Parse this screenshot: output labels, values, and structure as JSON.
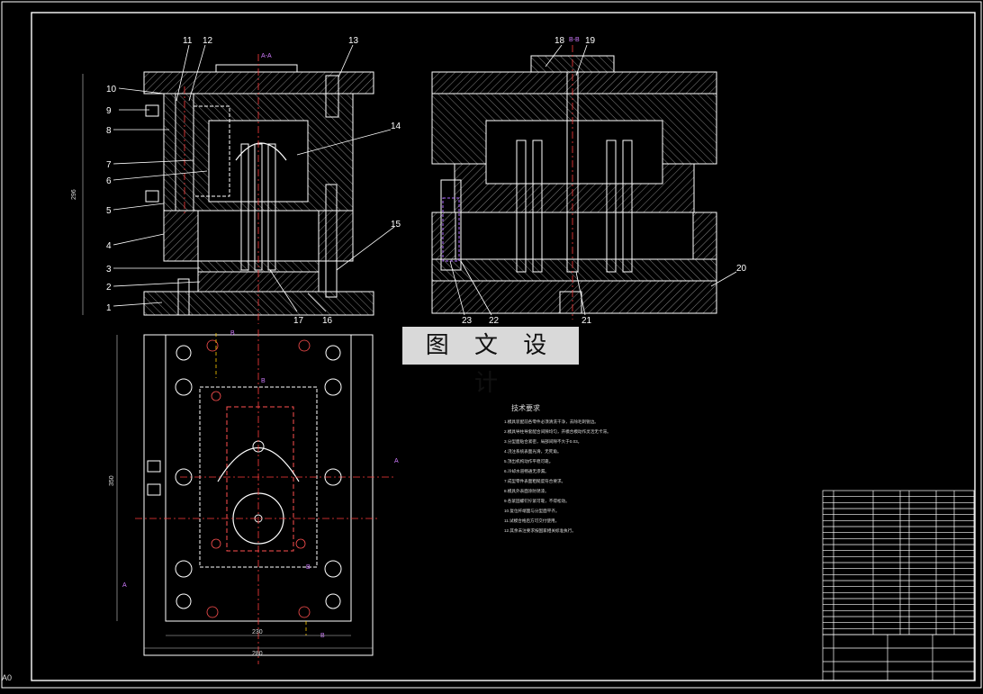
{
  "colors": {
    "background": "#000000",
    "line": "#ffffff",
    "hatch": "#d0d0d0",
    "center_line": "#ff3b3b",
    "section_label": "#d07cff",
    "label": "#ffffff",
    "dimension_label": "#d0d0d0",
    "highlight": "#ffcc00"
  },
  "watermark": "图 文 设 计",
  "corner_label": "A0",
  "section_labels": {
    "a_a": "A-A",
    "b_b": "B-B"
  },
  "part_numbers": [
    "1",
    "2",
    "3",
    "4",
    "5",
    "6",
    "7",
    "8",
    "9",
    "10",
    "11",
    "12",
    "13",
    "14",
    "15",
    "16",
    "17",
    "18",
    "19",
    "20",
    "21",
    "22",
    "23"
  ],
  "dimensions": {
    "front_height": "296",
    "plan_height": "350",
    "plan_width_inner": "230",
    "plan_width_outer": "280"
  },
  "markers": {
    "a": "A",
    "b": "B"
  },
  "notes": {
    "title": "技术要求",
    "lines": [
      "1.模具装配前各零件必须清洗干净，去除毛刺锐边。",
      "2.模具导柱导套配合间隙均匀，开模合模动作灵活无卡滞。",
      "3.分型面贴合紧密，局部间隙不大于0.03。",
      "4.浇注系统表面光滑，无死角。",
      "5.顶出机构动作平稳可靠。",
      "6.冷却水道畅通无渗漏。",
      "7.成型零件表面粗糙度符合要求。",
      "8.模具外表面涂防锈漆。",
      "9.各紧固螺钉拧紧可靠，不得松动。",
      "10.复位杆端面与分型面平齐。",
      "11.试模合格后方可交付使用。",
      "12.其余未注要求按国家相关标准执行。"
    ]
  }
}
